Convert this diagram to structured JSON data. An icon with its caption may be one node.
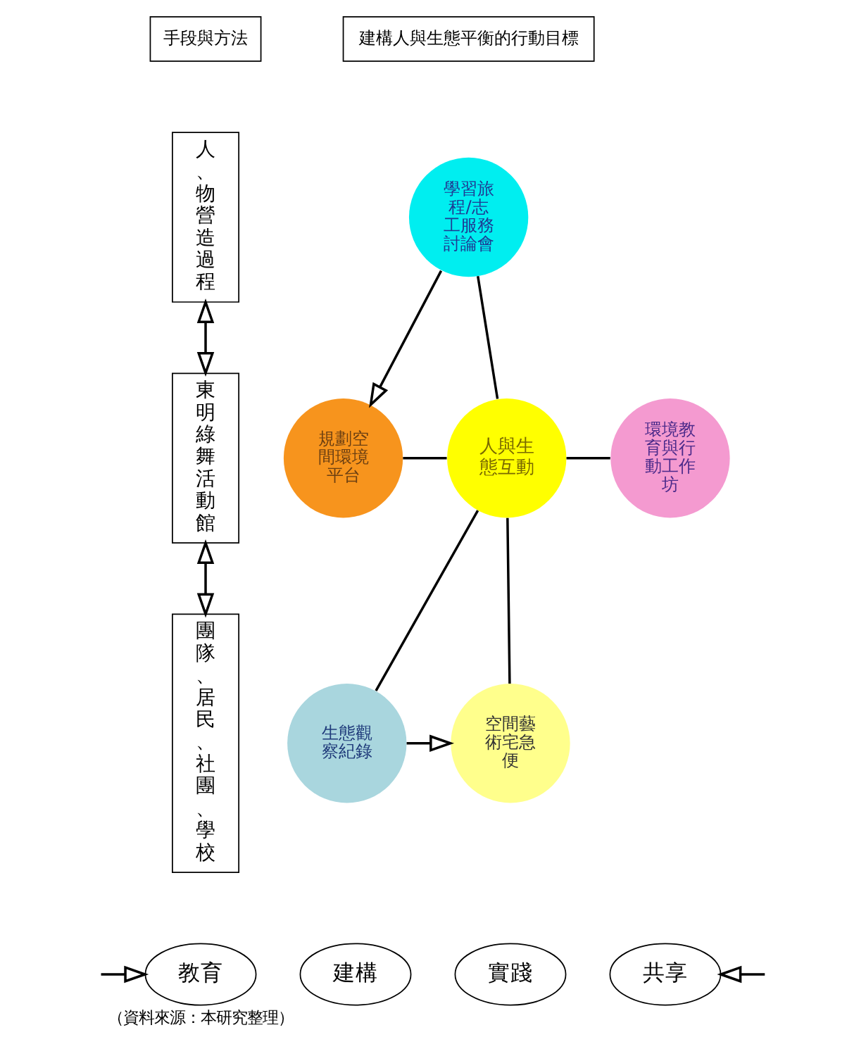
{
  "diagram": {
    "caption": "（資料來源：本研究整理）",
    "nodes": [
      {
        "text": [
          "手段與方法"
        ]
      },
      {
        "text": [
          "建構人與生態平衡的行動目標"
        ]
      },
      {
        "text": [
          "人、物營造過程"
        ]
      },
      {
        "text": [
          "團隊、居民、社團、學校"
        ]
      },
      {
        "text": [
          "東明綠舞活動館"
        ]
      },
      {
        "text": [
          "學習旅程/志工服務討論會"
        ]
      },
      {
        "text": [
          "規劃空間環境平台"
        ]
      },
      {
        "text": [
          "人與生態互動"
        ]
      },
      {
        "text": [
          "環境教育與行動工作坊"
        ]
      },
      {
        "text": [
          "生態觀察紀錄"
        ]
      },
      {
        "text": [
          "空間藝術宅急便"
        ]
      },
      {
        "text": [
          "教育"
        ]
      },
      {
        "text": [
          "建構"
        ]
      },
      {
        "text": [
          "實踐"
        ]
      },
      {
        "text": [
          "共享"
        ]
      }
    ],
    "edges": [
      {
        "from": 2,
        "to": 4,
        "arrow": "both"
      },
      {
        "from": 4,
        "to": 3,
        "arrow": "both"
      },
      {
        "from": 5,
        "to": 7,
        "arrow": "none"
      },
      {
        "from": 6,
        "to": 7,
        "arrow": "none"
      },
      {
        "from": 7,
        "to": 8,
        "arrow": "none"
      },
      {
        "from": 7,
        "to": 9,
        "arrow": "none"
      },
      {
        "from": 7,
        "to": 10,
        "arrow": "none"
      },
      {
        "from": 5,
        "to": 6,
        "arrow": "to"
      },
      {
        "from": 9,
        "to": 10,
        "arrow": "to"
      },
      {
        "from": null,
        "to": 11,
        "arrow": "to"
      },
      {
        "from": null,
        "to": 14,
        "arrow": "to"
      }
    ]
  }
}
